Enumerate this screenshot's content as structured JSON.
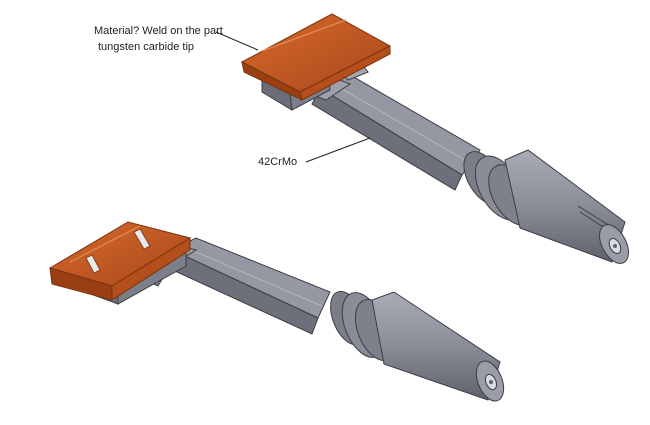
{
  "annotations": {
    "material_question": "Material? Weld on the part",
    "tip_material": "tungsten carbide tip",
    "shank_material": "42CrMo"
  },
  "colors": {
    "carbide_tip": "#c8591f",
    "carbide_tip_dark": "#9a3f12",
    "steel_body": "#8a8d98",
    "steel_body_dark": "#5f626d",
    "steel_body_light": "#a9acb6",
    "outline": "#3b3d44"
  },
  "parts": [
    {
      "name": "upper-tool",
      "components": [
        "carbide-tip",
        "head",
        "shank",
        "collar",
        "taper-shank"
      ]
    },
    {
      "name": "lower-tool",
      "components": [
        "carbide-tip",
        "head",
        "shank",
        "collar",
        "taper-shank"
      ]
    }
  ]
}
